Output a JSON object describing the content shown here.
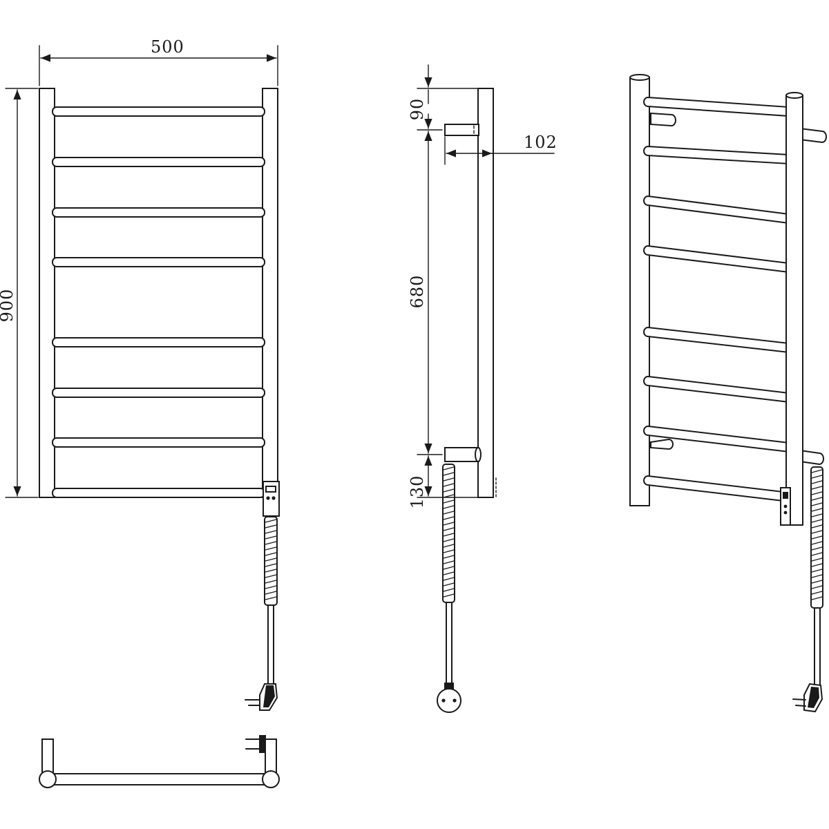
{
  "dimensions": {
    "width_overall": "500",
    "height_overall": "900",
    "top_offset": "90",
    "depth": "102",
    "mount_spacing": "680",
    "bottom_offset": "130"
  },
  "icons": {
    "control_unit": "control-unit-icon",
    "plug": "plug-icon",
    "spring_cable": "spring-cable-icon"
  },
  "colors": {
    "line": "#1a1a1a",
    "background": "#ffffff"
  }
}
